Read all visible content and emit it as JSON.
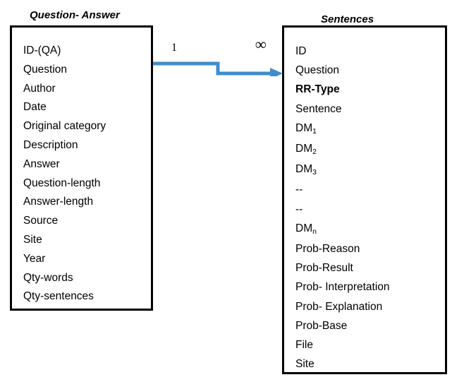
{
  "diagram": {
    "entities": [
      {
        "id": "question-answer",
        "title": "Question- Answer",
        "attributes": [
          {
            "text": "ID-(QA)",
            "bold": false
          },
          {
            "text": "Question",
            "bold": false
          },
          {
            "text": "Author",
            "bold": false
          },
          {
            "text": "Date",
            "bold": false
          },
          {
            "text": "Original category",
            "bold": false
          },
          {
            "text": "Description",
            "bold": false
          },
          {
            "text": "Answer",
            "bold": false
          },
          {
            "text": "Question-length",
            "bold": false
          },
          {
            "text": "Answer-length",
            "bold": false
          },
          {
            "text": "Source",
            "bold": false
          },
          {
            "text": "Site",
            "bold": false
          },
          {
            "text": "Year",
            "bold": false
          },
          {
            "text": "Qty-words",
            "bold": false
          },
          {
            "text": "Qty-sentences",
            "bold": false
          }
        ]
      },
      {
        "id": "sentences",
        "title": "Sentences",
        "attributes": [
          {
            "text": "ID",
            "bold": false
          },
          {
            "text": "Question",
            "bold": false
          },
          {
            "text": "RR-Type",
            "bold": true
          },
          {
            "text": "Sentence",
            "bold": false
          },
          {
            "text": "DM",
            "sub": "1",
            "bold": false
          },
          {
            "text": "DM",
            "sub": "2",
            "bold": false
          },
          {
            "text": "DM",
            "sub": "3",
            "bold": false
          },
          {
            "text": "--",
            "bold": false
          },
          {
            "text": "--",
            "bold": false
          },
          {
            "text": "DM",
            "sub": "n",
            "bold": false
          },
          {
            "text": "Prob-Reason",
            "bold": false
          },
          {
            "text": "Prob-Result",
            "bold": false
          },
          {
            "text": "Prob- Interpretation",
            "bold": false
          },
          {
            "text": "Prob- Explanation",
            "bold": false
          },
          {
            "text": "Prob-Base",
            "bold": false
          },
          {
            "text": "File",
            "bold": false
          },
          {
            "text": "Site",
            "bold": false
          }
        ]
      }
    ],
    "relationship": {
      "from_cardinality": "1",
      "to_cardinality": "∞",
      "arrow_color": "#3e8ed0"
    }
  }
}
